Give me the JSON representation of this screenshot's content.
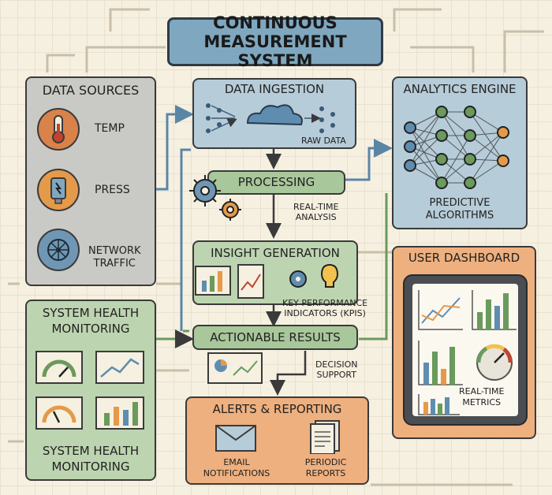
{
  "title": {
    "line1": "CONTINUOUS",
    "line2": "MEASUREMENT SYSTEM"
  },
  "data_sources": {
    "heading": "DATA SOURCES",
    "items": [
      {
        "label": "TEMP",
        "icon": "thermometer-icon",
        "color": "#d9824a"
      },
      {
        "label": "PRESS",
        "icon": "pressure-sensor-icon",
        "color": "#e59a4a"
      },
      {
        "label_line1": "NETWORK",
        "label_line2": "TRAFFIC",
        "icon": "network-icon",
        "color": "#6f97b5"
      }
    ]
  },
  "ingestion": {
    "heading": "DATA INGESTION",
    "caption": "RAW DATA"
  },
  "processing": {
    "label": "PROCESSING",
    "note_line1": "REAL-TIME",
    "note_line2": "ANALYSIS"
  },
  "insight": {
    "label": "INSIGHT GENERATION",
    "kpi_line1": "KEY PERFORMANCE",
    "kpi_line2": "INDICATORS (KPIs)"
  },
  "actionable": {
    "label": "ACTIONABLE RESULTS",
    "note_line1": "DECISION",
    "note_line2": "SUPPORT"
  },
  "analytics": {
    "heading": "ANALYTICS ENGINE",
    "caption_line1": "PREDICTIVE",
    "caption_line2": "ALGORITHMS"
  },
  "dashboard": {
    "heading": "USER DASHBOARD",
    "caption_line1": "REAL-TIME",
    "caption_line2": "METRICS"
  },
  "health": {
    "heading_line1": "SYSTEM HEALTH",
    "heading_line2": "MONITORING",
    "footer_line1": "SYSTEM HEALTH",
    "footer_line2": "MONITORING"
  },
  "alerts": {
    "heading": "ALERTS & REPORTING",
    "email_line1": "EMAIL",
    "email_line2": "NOTIFICATIONS",
    "reports_line1": "PERIODIC",
    "reports_line2": "REPORTS"
  },
  "colors": {
    "background": "#f6f0e1",
    "blue": "#7fa8c0",
    "light_blue": "#b6ccd8",
    "grey": "#c9c9c6",
    "green": "#a8c79a",
    "light_green": "#bdd4b0",
    "orange": "#eeb07f"
  }
}
